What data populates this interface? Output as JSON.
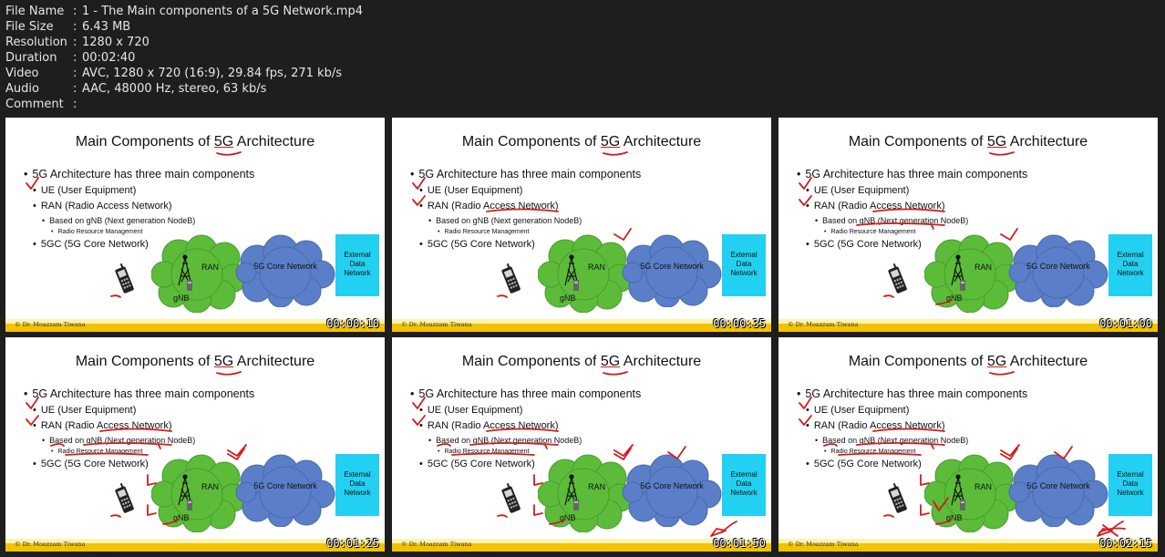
{
  "file_info": {
    "rows": [
      {
        "key": "File Name",
        "value": "1 - The Main components of a 5G Network.mp4"
      },
      {
        "key": "File Size",
        "value": "6.43 MB"
      },
      {
        "key": "Resolution",
        "value": "1280 x 720"
      },
      {
        "key": "Duration",
        "value": "00:02:40"
      },
      {
        "key": "Video",
        "value": "AVC, 1280 x 720 (16:9), 29.84 fps, 271 kb/s"
      },
      {
        "key": "Audio",
        "value": "AAC, 48000 Hz, stereo, 63 kb/s"
      },
      {
        "key": "Comment",
        "value": ""
      }
    ]
  },
  "slide": {
    "title_pre": "Main Components of ",
    "title_underlined": "5G",
    "title_post": " Architecture",
    "bullet1": "5G Architecture has three main components",
    "bullet2": "UE (User Equipment)",
    "bullet3": "RAN (Radio Access Network)",
    "bullet4": "Based on gNB (Next generation NodeB)",
    "bullet5": "Radio Resource Management",
    "bullet6": "5GC (5G Core Network)",
    "ran_label": "RAN",
    "gnb_label": "gNB",
    "core_label": "5G Core Network",
    "ext_label": "External\nData\nNetwork",
    "credit": "© Dr. Moazzam Tiwana",
    "colors": {
      "ran_cloud": "#5cbc3a",
      "core_cloud": "#5b7ec8",
      "ext_box": "#22d0f2",
      "annotation": "#d21c1c",
      "footer": "#f3c300"
    }
  },
  "thumbnails": [
    {
      "timestamp": "00:00:10"
    },
    {
      "timestamp": "00:00:35"
    },
    {
      "timestamp": "00:01:00"
    },
    {
      "timestamp": "00:01:25"
    },
    {
      "timestamp": "00:01:50"
    },
    {
      "timestamp": "00:02:15"
    }
  ]
}
